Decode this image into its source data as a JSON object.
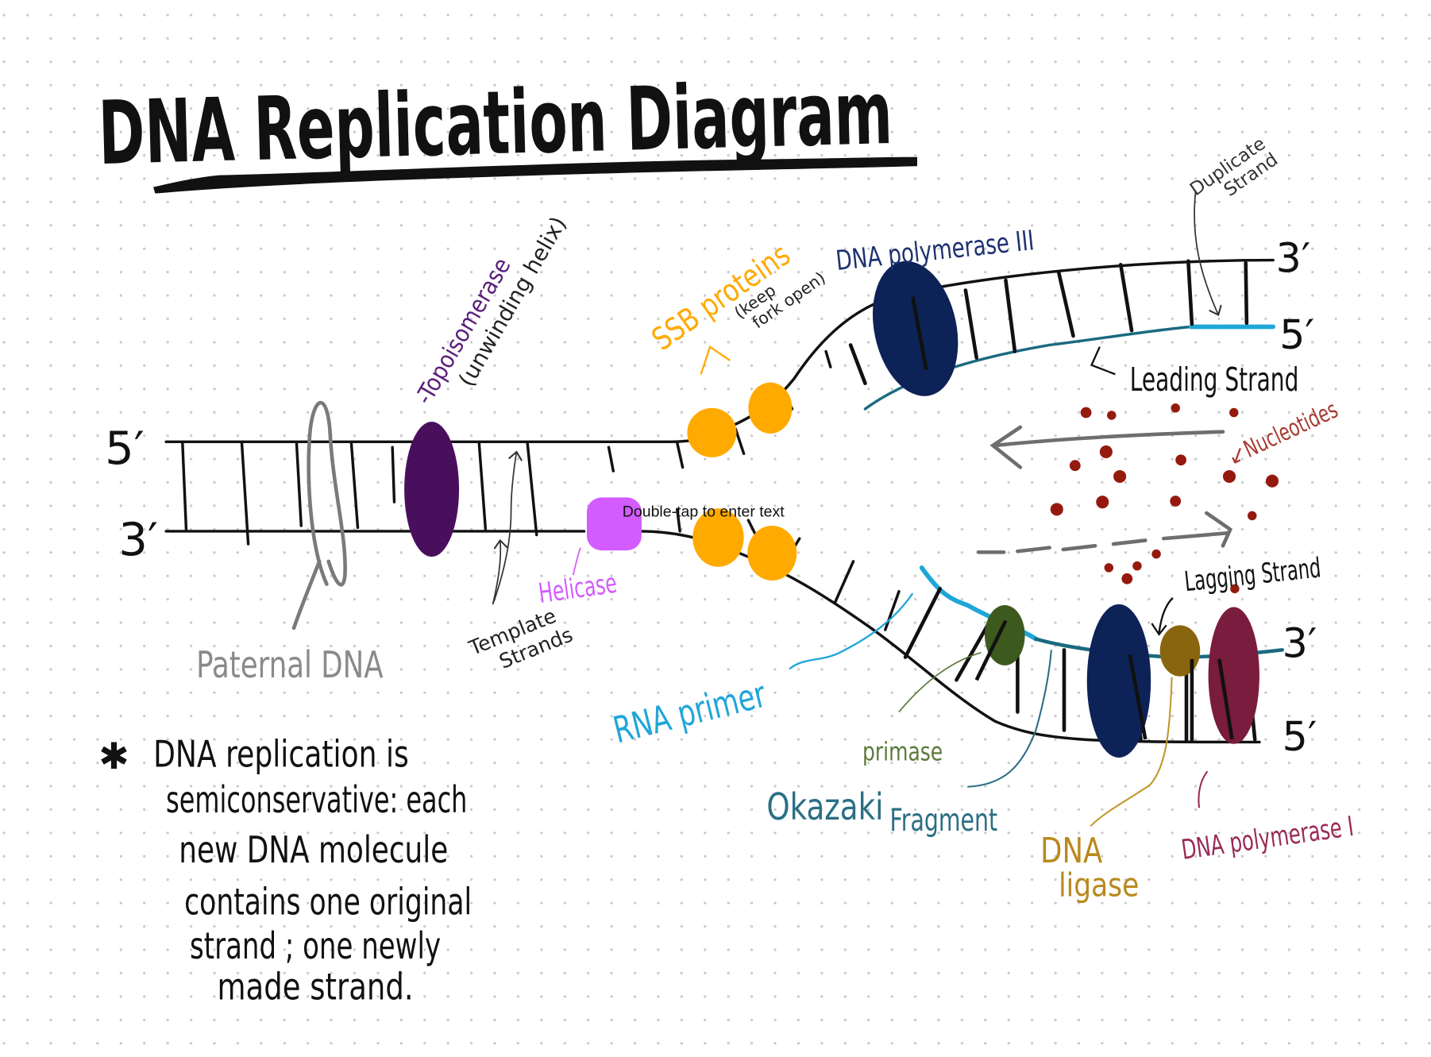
{
  "title": "DNA Replication Diagram",
  "hint_text": "Double-tap to enter text",
  "colors": {
    "ink": "#111111",
    "grid_dot": "#c8c8c8",
    "topoisomerase": "#4a0f5c",
    "helicase": "#d25cff",
    "ssb": "#ffaa00",
    "polymerase3": "#0d2257",
    "primase": "#3d5a1e",
    "ligase": "#8a6510",
    "polymerase1": "#7a1c3e",
    "rna_primer": "#1fa6d8",
    "new_strand": "#1a6a80",
    "nucleotide": "#951a0e",
    "parental": "#7a7a7a",
    "okazaki": "#2b6e84"
  },
  "strand_ends": {
    "left_top": "5′",
    "left_bottom": "3′",
    "leading_top": "3′",
    "leading_bottom": "5′",
    "lagging_top": "3′",
    "lagging_bottom": "5′"
  },
  "labels": {
    "topoisomerase": "-Topoisomerase",
    "topoisomerase_note": "(unwinding helix)",
    "ssb": "SSB proteins",
    "ssb_note_1": "(keep",
    "ssb_note_2": "fork open)",
    "polymerase3": "DNA polymerase III",
    "duplicate_1": "Duplicate",
    "duplicate_2": "Strand",
    "leading": "Leading Strand",
    "nucleotides": "Nucleotides",
    "lagging": "Lagging Strand",
    "helicase": "Helicase",
    "parental": "Paternal DNA",
    "template_1": "Template",
    "template_2": "Strands",
    "rna_primer": "RNA primer",
    "primase": "primase",
    "okazaki_1": "Okazaki",
    "okazaki_2": "Fragment",
    "ligase_1": "DNA",
    "ligase_2": "ligase",
    "polymerase1": "DNA polymerase I"
  },
  "note": {
    "bullet": "✱",
    "lines": [
      "DNA replication is",
      "semiconservative: each",
      "new DNA molecule",
      "contains one original",
      "strand ; one newly",
      "made strand."
    ]
  }
}
